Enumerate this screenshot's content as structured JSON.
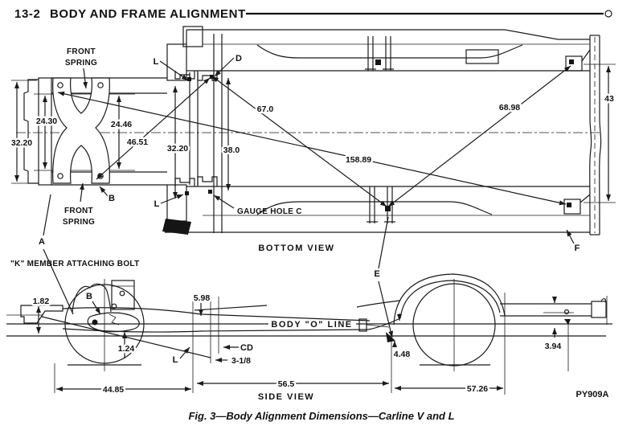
{
  "header": {
    "page_number": "13-2",
    "title": "BODY AND FRAME ALIGNMENT"
  },
  "figure": {
    "caption": "Fig. 3—Body Alignment Dimensions—Carline V and L",
    "part_code": "PY909A"
  },
  "bottom_view": {
    "label": "BOTTOM VIEW",
    "front_spring_top_1": "FRONT",
    "front_spring_top_2": "SPRING",
    "front_spring_bottom_1": "FRONT",
    "front_spring_bottom_2": "SPRING",
    "k_member_label": "\"K\" MEMBER ATTACHING BOLT",
    "gauge_hole_c_label": "GAUGE HOLE C",
    "points": {
      "a": "A",
      "b": "B",
      "d": "D",
      "e": "E",
      "f": "F",
      "l_top": "L",
      "l_bottom": "L"
    },
    "dims": {
      "front_width": "32.20",
      "pivot_left": "24.30",
      "pivot_right": "24.46",
      "diag_front": "46.51",
      "mid_width": "32.20",
      "mid_outer_width": "38.0",
      "diag_mid": "67.0",
      "diag_rear": "68.98",
      "diag_overall": "158.89",
      "rear_width": "43"
    }
  },
  "side_view": {
    "label": "SIDE VIEW",
    "body_o_line_label": "BODY \"O\" LINE",
    "points": {
      "b": "B",
      "l": "L",
      "cd": "CD"
    },
    "dims": {
      "front_height": "1.82",
      "cowl": "5.98",
      "front_drop": "1.24",
      "gauge_offset": "3-1/8",
      "rear_hanger": "4.48",
      "rear_height": "3.94",
      "wheelbase_front": "44.85",
      "wheelbase_mid": "56.5",
      "wheelbase_rear": "57.26"
    }
  }
}
